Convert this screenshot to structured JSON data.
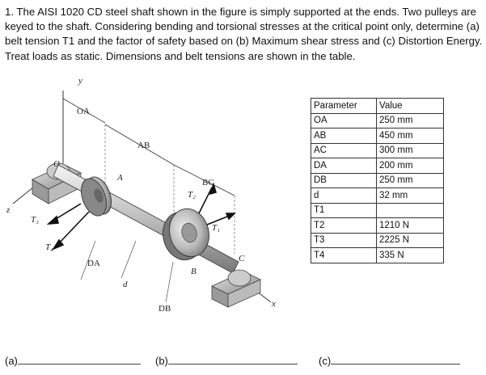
{
  "problem": {
    "text": "1. The AISI 1020 CD steel shaft shown in the figure is simply supported at the ends. Two pulleys are keyed to the shaft. Considering bending and torsional stresses at the critical point only, determine (a) belt tension T1 and the factor of safety based on (b) Maximum shear stress and (c) Distortion Energy. Treat loads as static. Dimensions and belt tensions are shown in the table."
  },
  "figure": {
    "labels": {
      "y": "y",
      "oa": "OA",
      "ab": "AB",
      "bc": "BC",
      "o": "O",
      "a": "A",
      "b": "B",
      "c": "C",
      "z": "z",
      "x": "x",
      "t1": "T₁",
      "t2": "T₂",
      "t3": "T₃",
      "t4": "T₄",
      "da": "DA",
      "d": "d",
      "db": "DB"
    }
  },
  "table": {
    "headers": [
      "Parameter",
      "Value"
    ],
    "rows": [
      {
        "param": "OA",
        "value": "250 mm"
      },
      {
        "param": "AB",
        "value": "450 mm"
      },
      {
        "param": "AC",
        "value": "300 mm"
      },
      {
        "param": "DA",
        "value": "200 mm"
      },
      {
        "param": "DB",
        "value": "250 mm"
      },
      {
        "param": "d",
        "value": "32 mm"
      },
      {
        "param": "T1",
        "value": ""
      },
      {
        "param": "T2",
        "value": "1210 N"
      },
      {
        "param": "T3",
        "value": "2225 N"
      },
      {
        "param": "T4",
        "value": "335 N"
      }
    ]
  },
  "answers": {
    "a": "(a)",
    "b": "(b)",
    "c": "(c)"
  }
}
